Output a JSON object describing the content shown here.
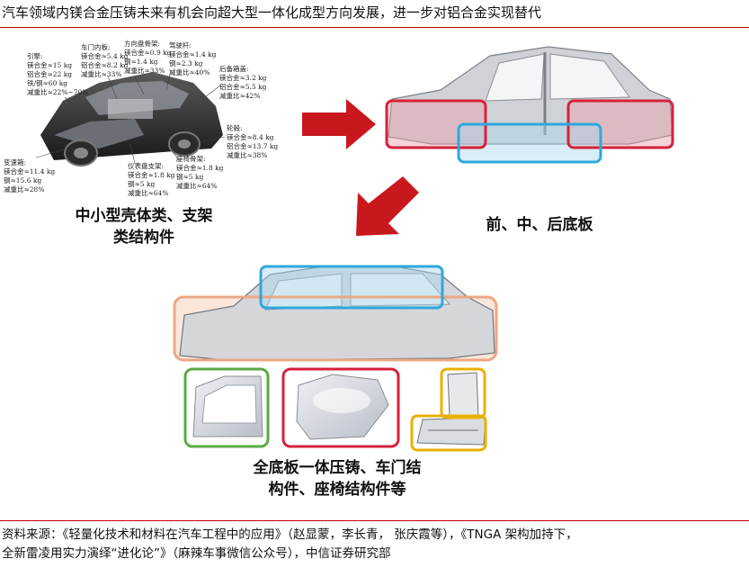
{
  "title": "汽车领域内镁合金压铸未来有机会向超大型一体化成型方向发展，进一步对铝合金实现替代",
  "captions": {
    "small_parts": [
      "中小型壳体类、支架",
      "类结构件"
    ],
    "underbody": "前、中、后底板",
    "full": [
      "全底板一体压铸、车门结",
      "构件、座椅结构件等"
    ]
  },
  "annotations": [
    {
      "id": "engine",
      "lines": [
        "引擎:",
        "镁合金≈15 kg",
        "铝合金≈22 kg",
        "铁/钢≈60 kg",
        "减重比≈22%~70%"
      ]
    },
    {
      "id": "door",
      "lines": [
        "车门内板:",
        "镁合金≈5.4 kg",
        "铝合金≈8.2 kg",
        "减重比≈33%"
      ]
    },
    {
      "id": "steering",
      "lines": [
        "方向盘骨架:",
        "镁合金≈0.9 kg",
        "钢≈1.4 kg",
        "减重比≈33%"
      ]
    },
    {
      "id": "steering_rod",
      "lines": [
        "驾驶杆:",
        "镁合金≈1.4 kg",
        "钢≈2.3 kg",
        "减重比≈40%"
      ]
    },
    {
      "id": "trunk",
      "lines": [
        "后备箱盖:",
        "镁合金≈3.2 kg",
        "铝合金≈5.5 kg",
        "减重比≈42%"
      ]
    },
    {
      "id": "wheel",
      "lines": [
        "轮毂:",
        "镁合金≈8.4 kg",
        "铝合金≈13.7 kg",
        "减重比≈38%"
      ]
    },
    {
      "id": "gearbox",
      "lines": [
        "变速箱:",
        "镁合金≈11.4 kg",
        "钢≈15.6 kg",
        "减重比≈28%"
      ]
    },
    {
      "id": "dashboard",
      "lines": [
        "仪表盘支架:",
        "镁合金≈1.8 kg",
        "钢≈5 kg",
        "减重比≈64%"
      ]
    },
    {
      "id": "seat",
      "lines": [
        "座椅骨架:",
        "镁合金≈1.8 kg",
        "钢≈5 kg",
        "减重比≈64%"
      ]
    }
  ],
  "source": [
    "资料来源：《轻量化技术和材料在汽车工程中的应用》（赵显蒙，李长青，  张庆霞等），《TNGA 架构加持下，",
    "全新雷凌用实力演绎“进化论”》（麻辣车事微信公众号），中信证券研究部"
  ],
  "colors": {
    "rule": "#c00000",
    "arrow": "#c8181e",
    "red_box": "#d6213a",
    "blue_box": "#2fa8dc",
    "orange_box": "#eaa884",
    "green_box": "#5aaa46",
    "yellow_box": "#eab000"
  }
}
